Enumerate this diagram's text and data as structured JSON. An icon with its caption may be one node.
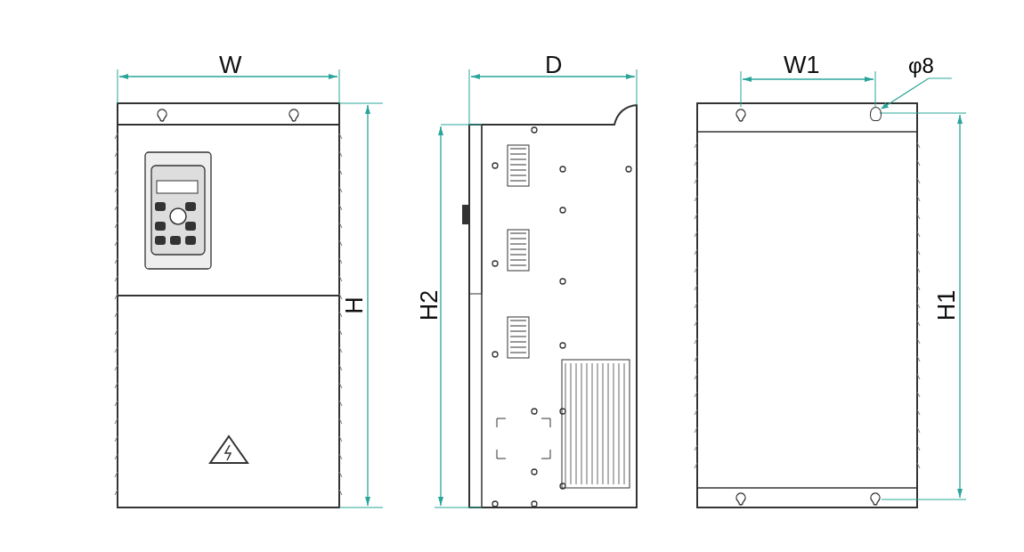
{
  "diagram": {
    "nodes": [
      {
        "text": [
          "φ8"
        ]
      },
      {
        "text": [],
        "shape": "circle"
      }
    ],
    "edges": [
      {
        "from": 0,
        "to": 1,
        "arrow": "to"
      }
    ],
    "labels": [
      "W",
      "D",
      "W1",
      "H",
      "H2",
      "H1"
    ]
  }
}
